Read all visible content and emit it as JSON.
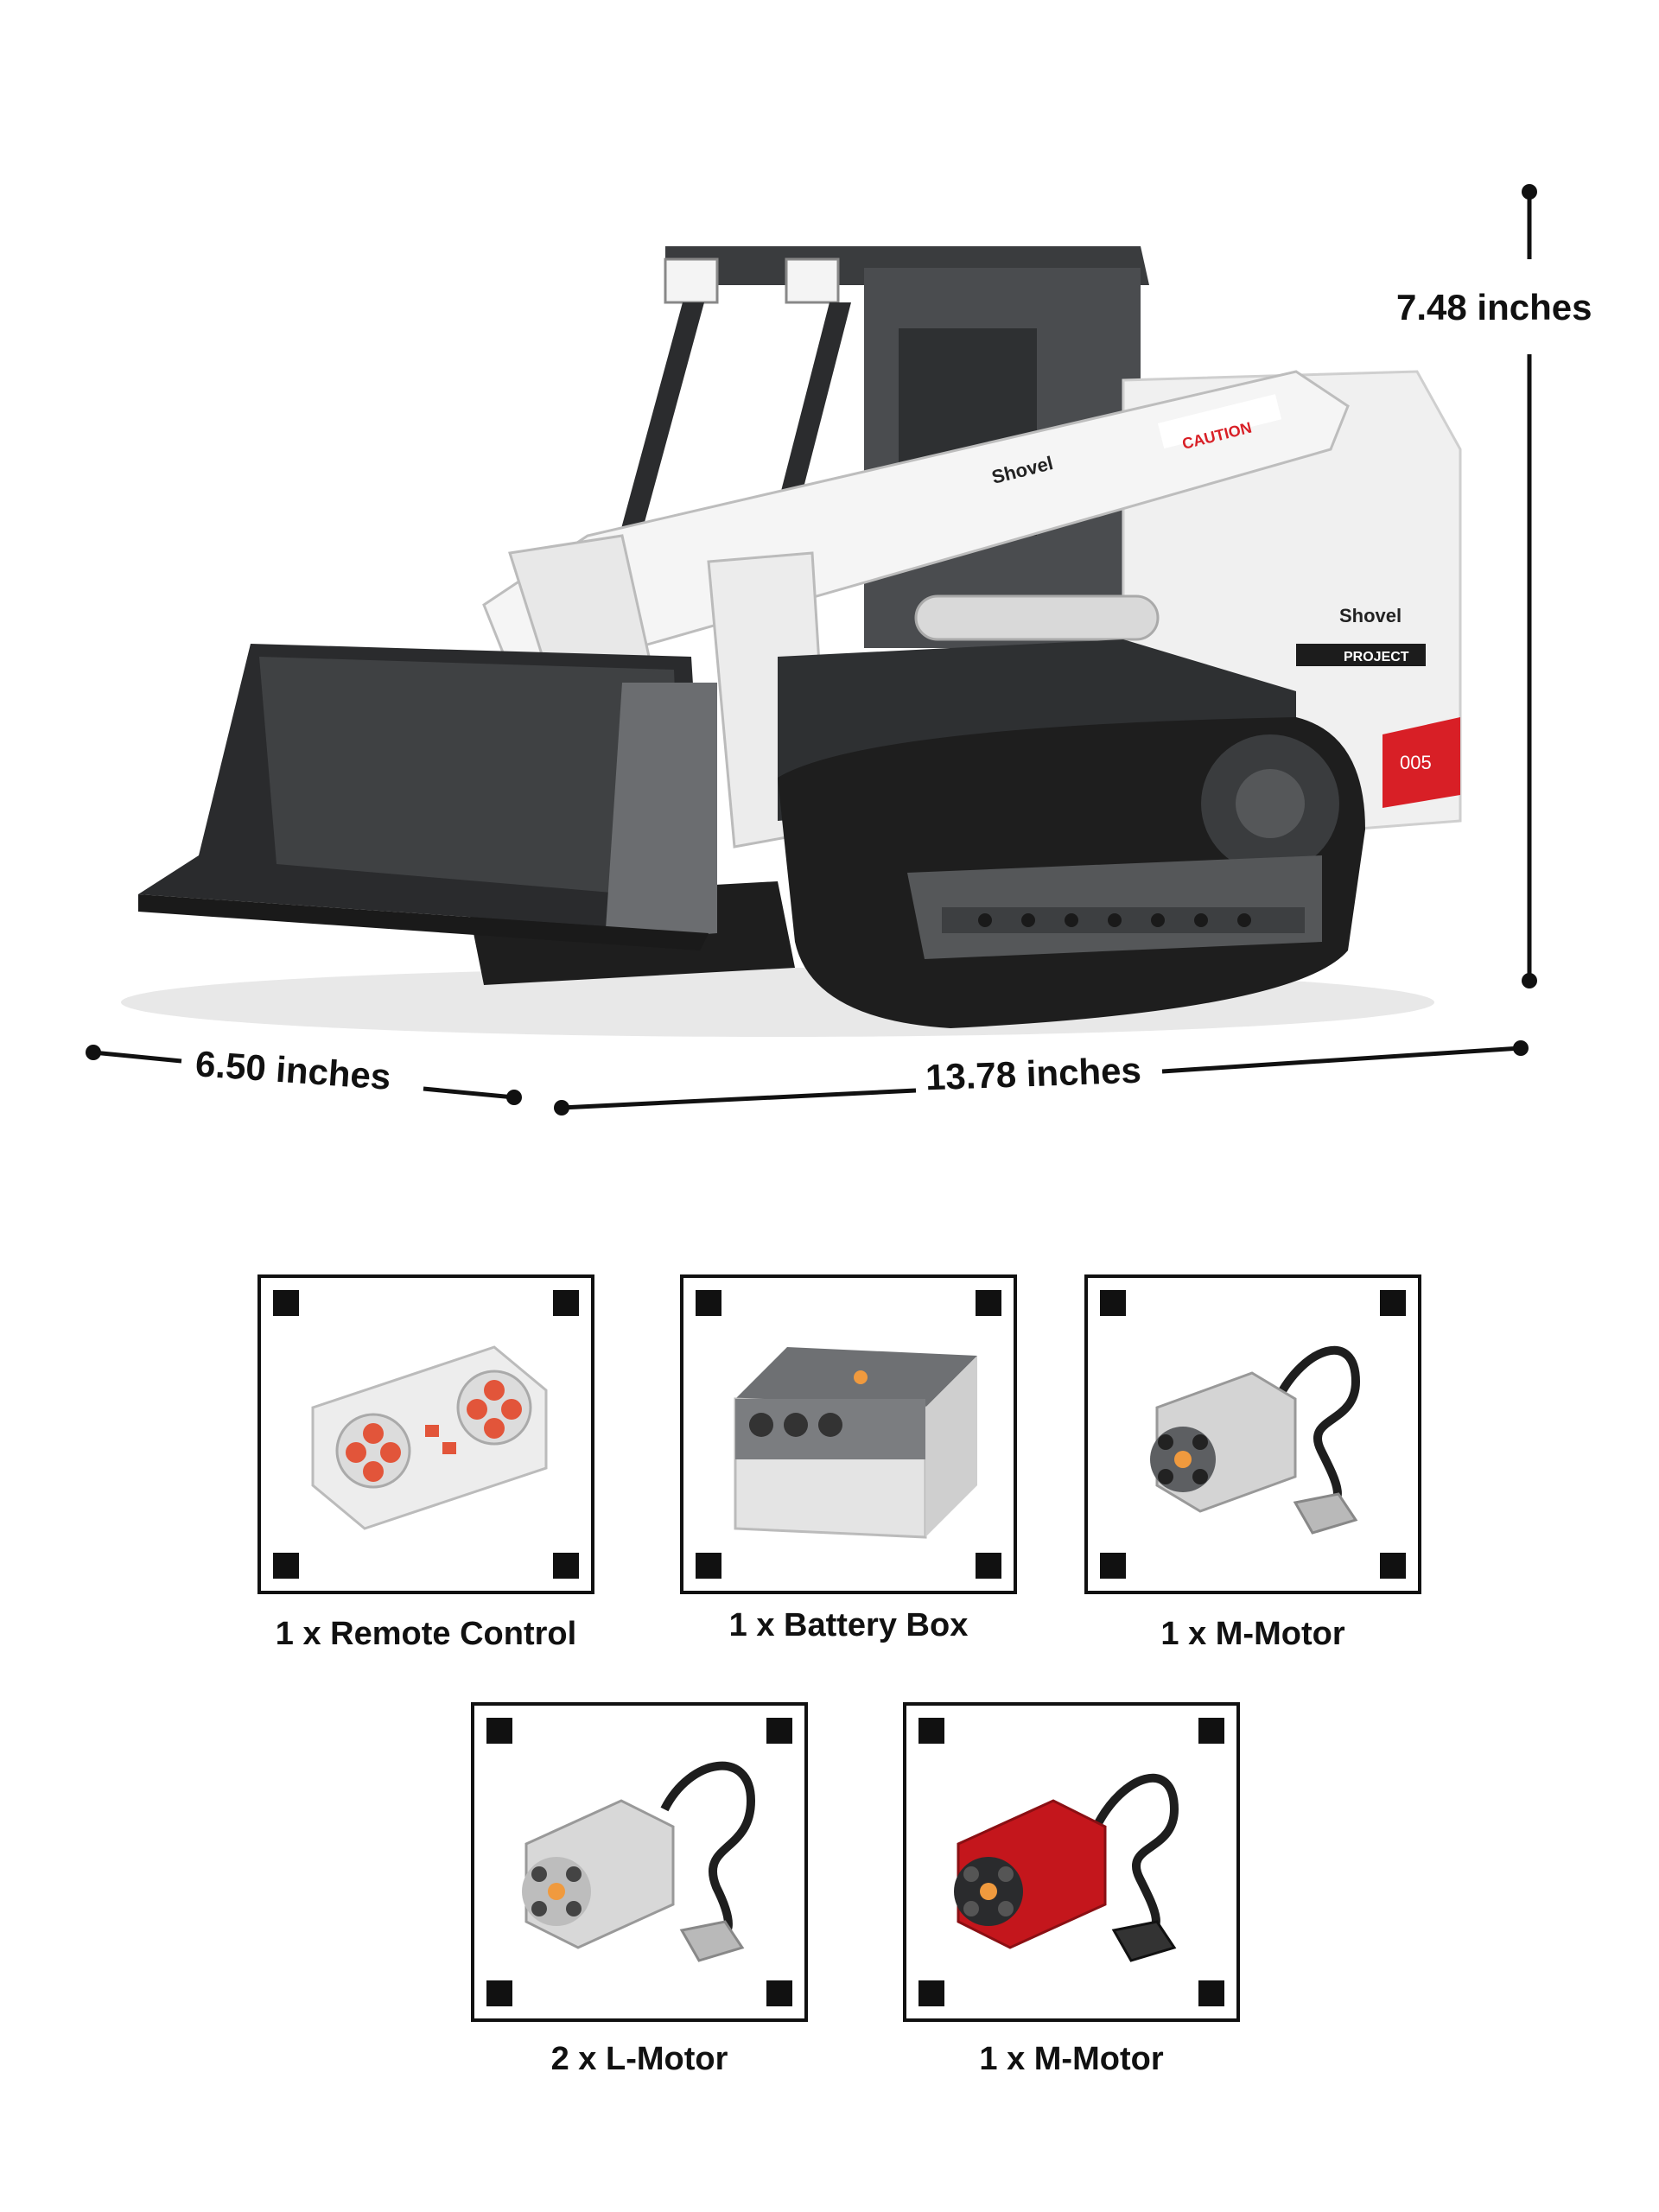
{
  "dimensions": {
    "height_label": "7.48 inches",
    "width_label": "6.50 inches",
    "length_label": "13.78 inches"
  },
  "model": {
    "brand_text": "Shovel",
    "caution_text": "CAUTION",
    "project_text": "PROJECT",
    "number_text": "005"
  },
  "items": [
    {
      "label": "1 x Remote Control",
      "icon": "remote-control-icon"
    },
    {
      "label": "1 x Battery Box",
      "icon": "battery-box-icon"
    },
    {
      "label": "1 x M-Motor",
      "icon": "m-motor-grey-icon"
    },
    {
      "label": "2 x L-Motor",
      "icon": "l-motor-icon"
    },
    {
      "label": "1 x M-Motor",
      "icon": "m-motor-red-icon"
    }
  ],
  "colors": {
    "accent_red": "#d81f26",
    "body_white": "#f2f2f2",
    "dark_grey": "#3a3c3e",
    "track_black": "#1e1e1e"
  }
}
